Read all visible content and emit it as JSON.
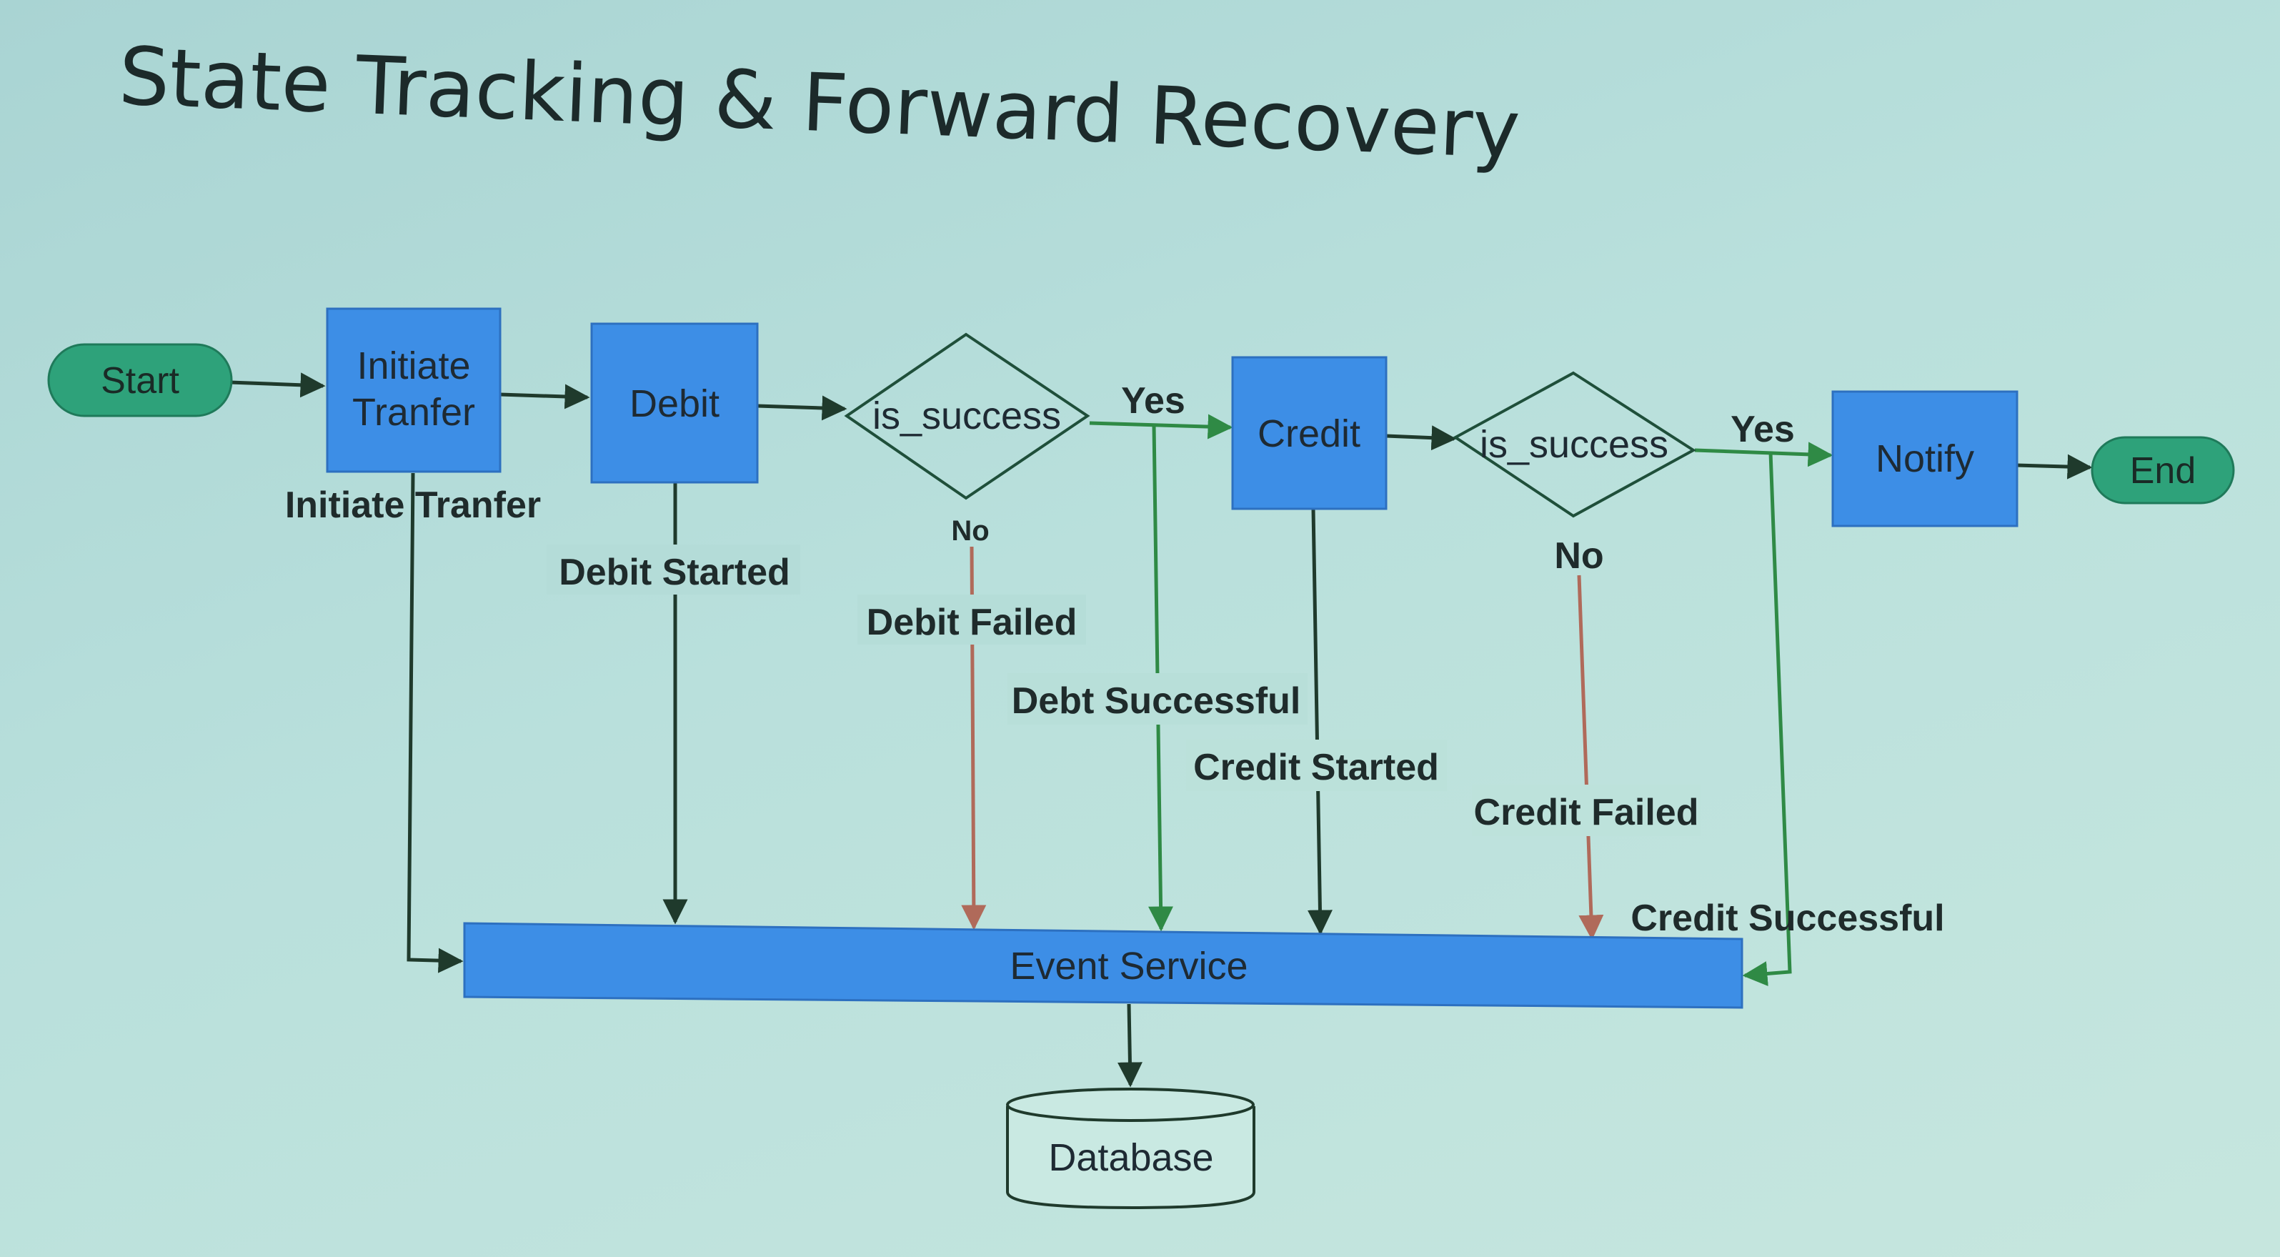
{
  "title": "State Tracking & Forward Recovery",
  "nodes": {
    "start": "Start",
    "initiate_line1": "Initiate",
    "initiate_line2": "Tranfer",
    "debit": "Debit",
    "decision1": "is_success",
    "credit": "Credit",
    "decision2": "is_success",
    "notify": "Notify",
    "end": "End",
    "event_service": "Event Service",
    "database": "Database"
  },
  "edge_labels": {
    "yes1": "Yes",
    "no1": "No",
    "yes2": "Yes",
    "no2": "No"
  },
  "events": {
    "initiate_tranfer": "Initiate Tranfer",
    "debit_started": "Debit Started",
    "debit_failed": "Debit Failed",
    "debt_successful": "Debt Successful",
    "credit_started": "Credit Started",
    "credit_failed": "Credit Failed",
    "credit_successful": "Credit Successful"
  },
  "colors": {
    "process_blue": "#3d8ee6",
    "terminal_green": "#2ea27a",
    "flow_line": "#1f6a3c",
    "failure_line": "#b06a5a"
  }
}
